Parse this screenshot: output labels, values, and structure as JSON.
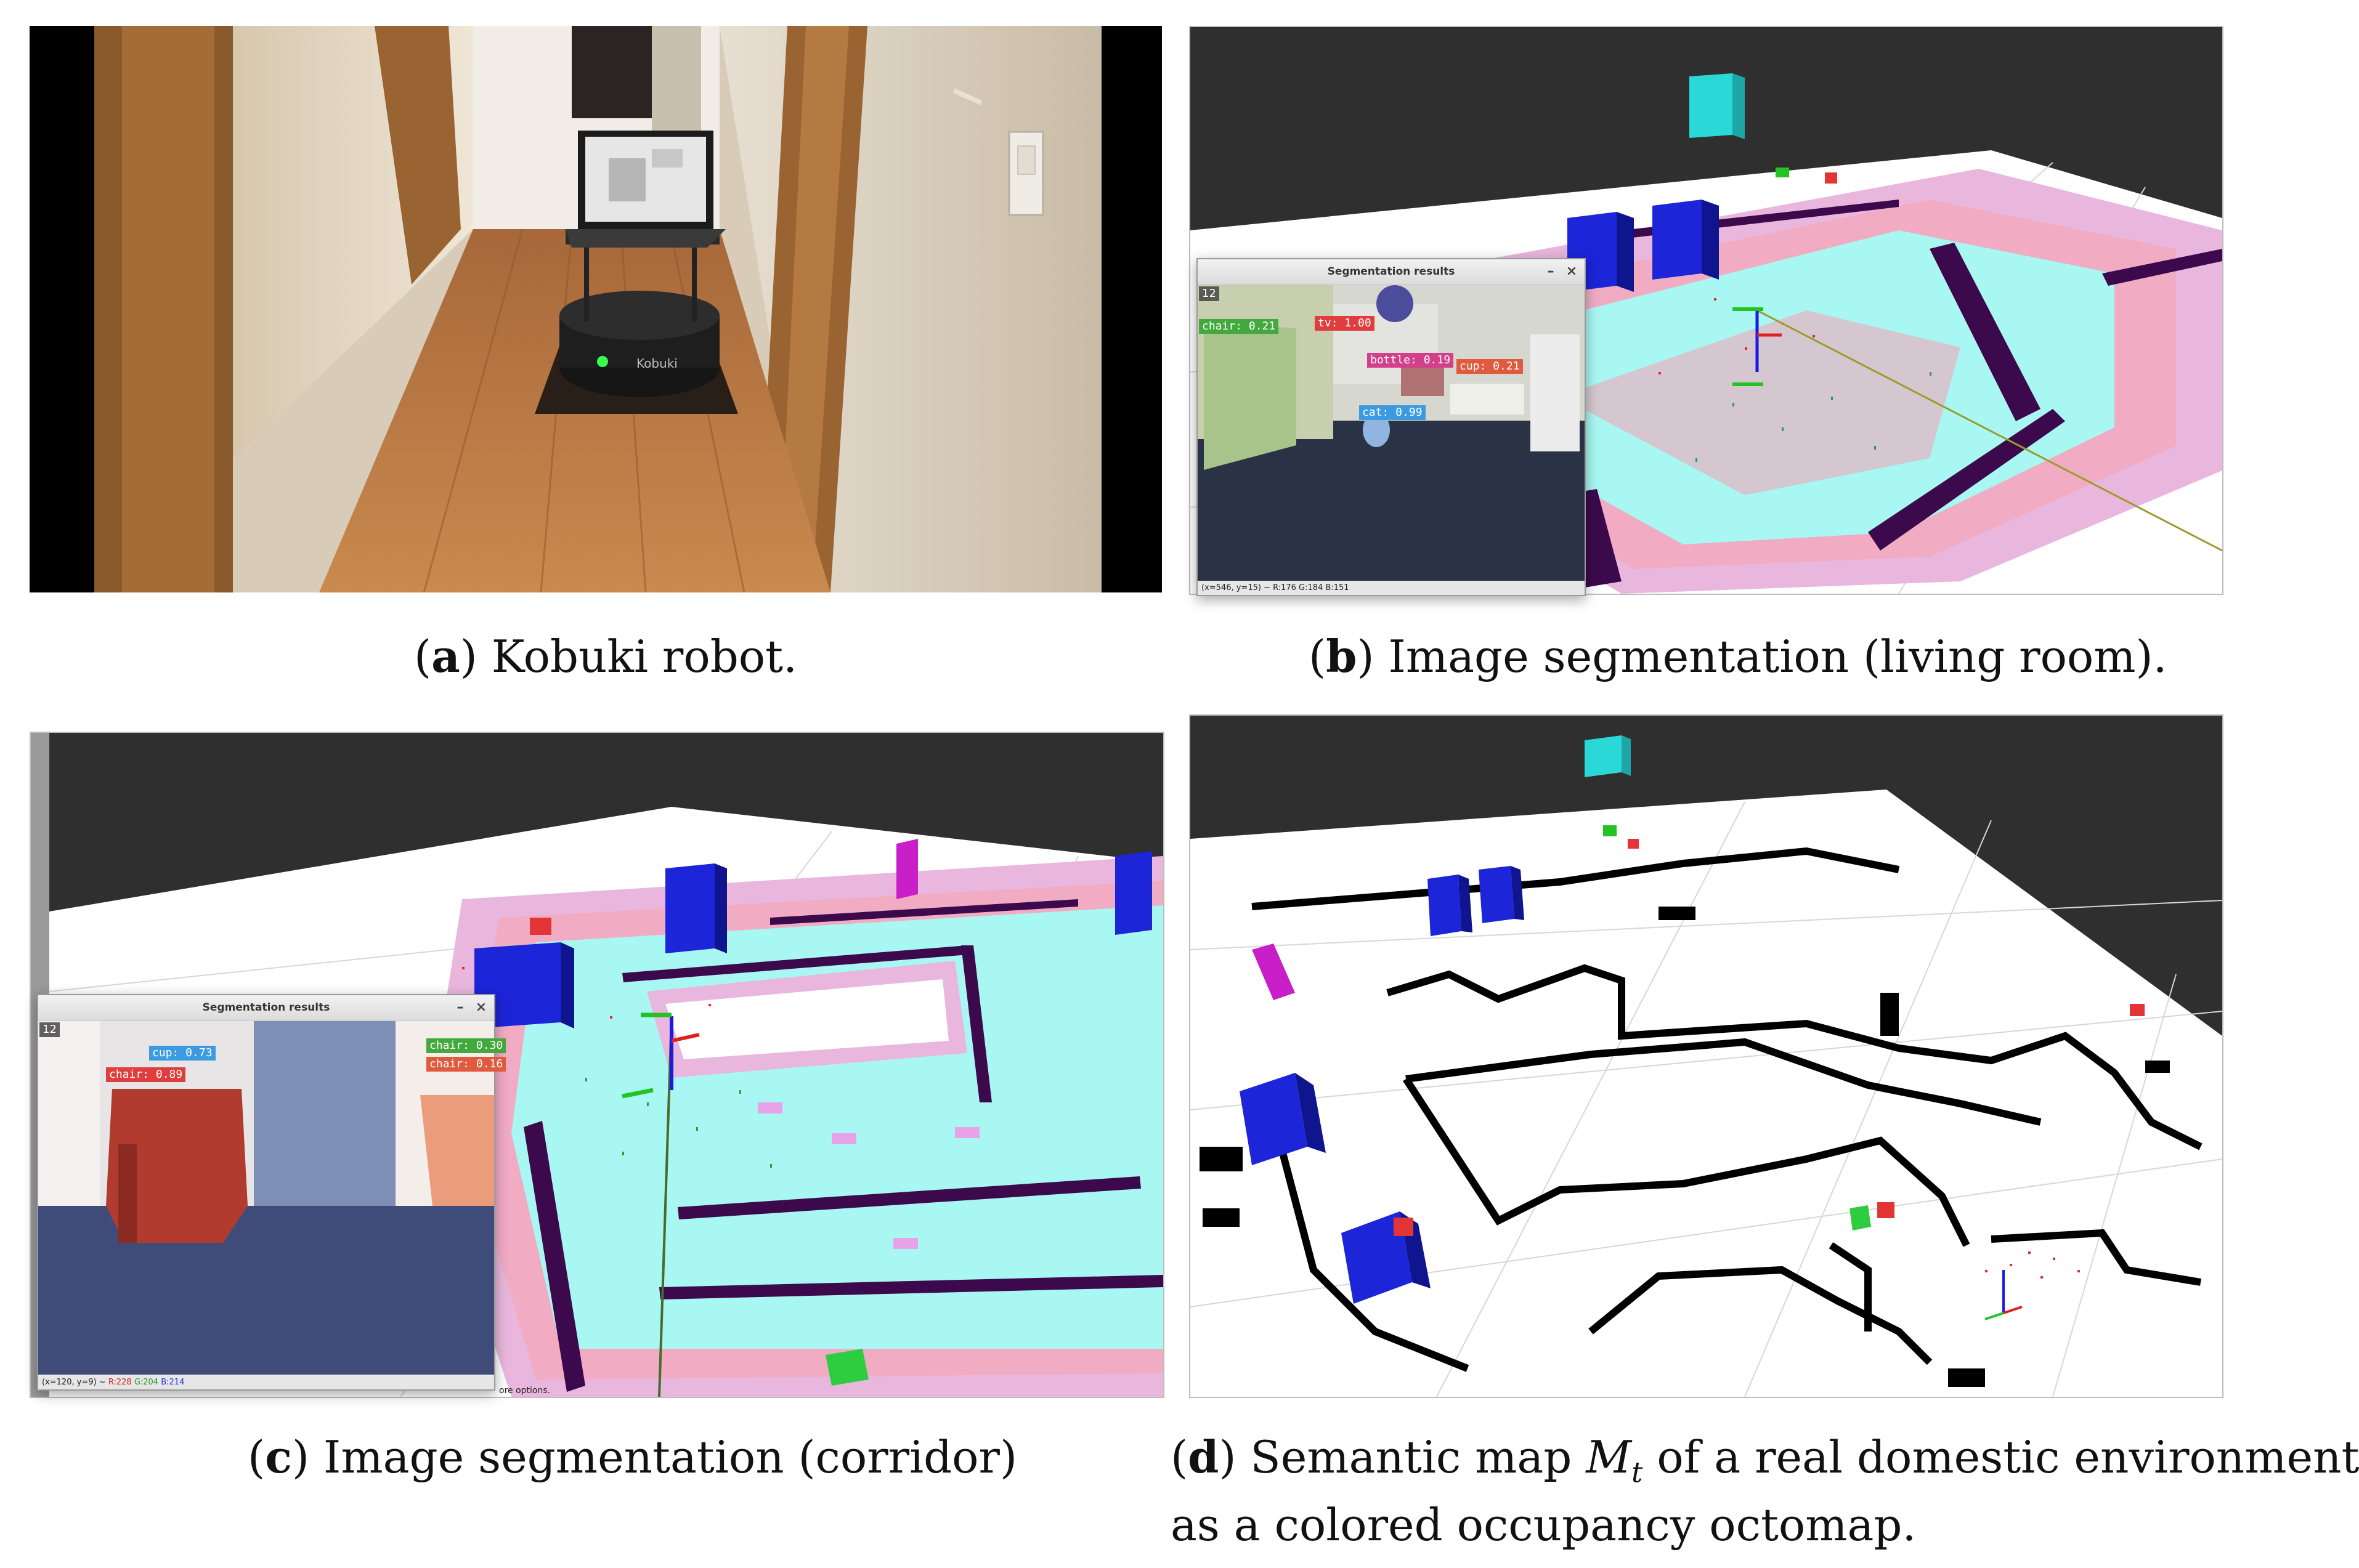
{
  "panel_a": {
    "caption": {
      "letter": "a",
      "text": ") Kobuki robot."
    },
    "robot_label": "Kobuki"
  },
  "panel_b": {
    "caption": {
      "letter": "b",
      "text": ") Image segmentation (living room)."
    },
    "window": {
      "title": "Segmentation results",
      "frame": "12",
      "status": "(x=546, y=15) ~ R:176 G:184 B:151",
      "detections": [
        "chair: 0.21",
        "tv: 1.00",
        "bottle: 0.19",
        "cup: 0.21",
        "cat: 0.99"
      ]
    }
  },
  "panel_c": {
    "caption": {
      "letter": "c",
      "text": ") Image segmentation (corridor)"
    },
    "window": {
      "title": "Segmentation results",
      "frame": "12",
      "status_pos": "(x=120, y=9) ~",
      "status_r": "R:228",
      "status_g": "G:204",
      "status_b": "B:214",
      "detections": [
        "cup: 0.73",
        "chair: 0.89",
        "chair: 0.30",
        "chair: 0.16"
      ]
    },
    "overflow_text": "ore options."
  },
  "panel_d": {
    "caption": {
      "letter": "d",
      "before": ") Semantic map ",
      "symbol": "M",
      "subscript": "t",
      "after": " of a real domestic environment",
      "line2": "as a colored occupancy octomap."
    }
  },
  "colors": {
    "dark_bg": "#2f2f2f",
    "free_cyan": "#a9f7f2",
    "inflation_pink": "#e9b7dd",
    "lethal_purple": "#3c0a4c",
    "chair_blue": "#1c25d8",
    "cup_red": "#e33535",
    "cat_green": "#2ecc40",
    "tv_cyan": "#2ad8d8",
    "plant_magenta": "#c81fc8"
  }
}
